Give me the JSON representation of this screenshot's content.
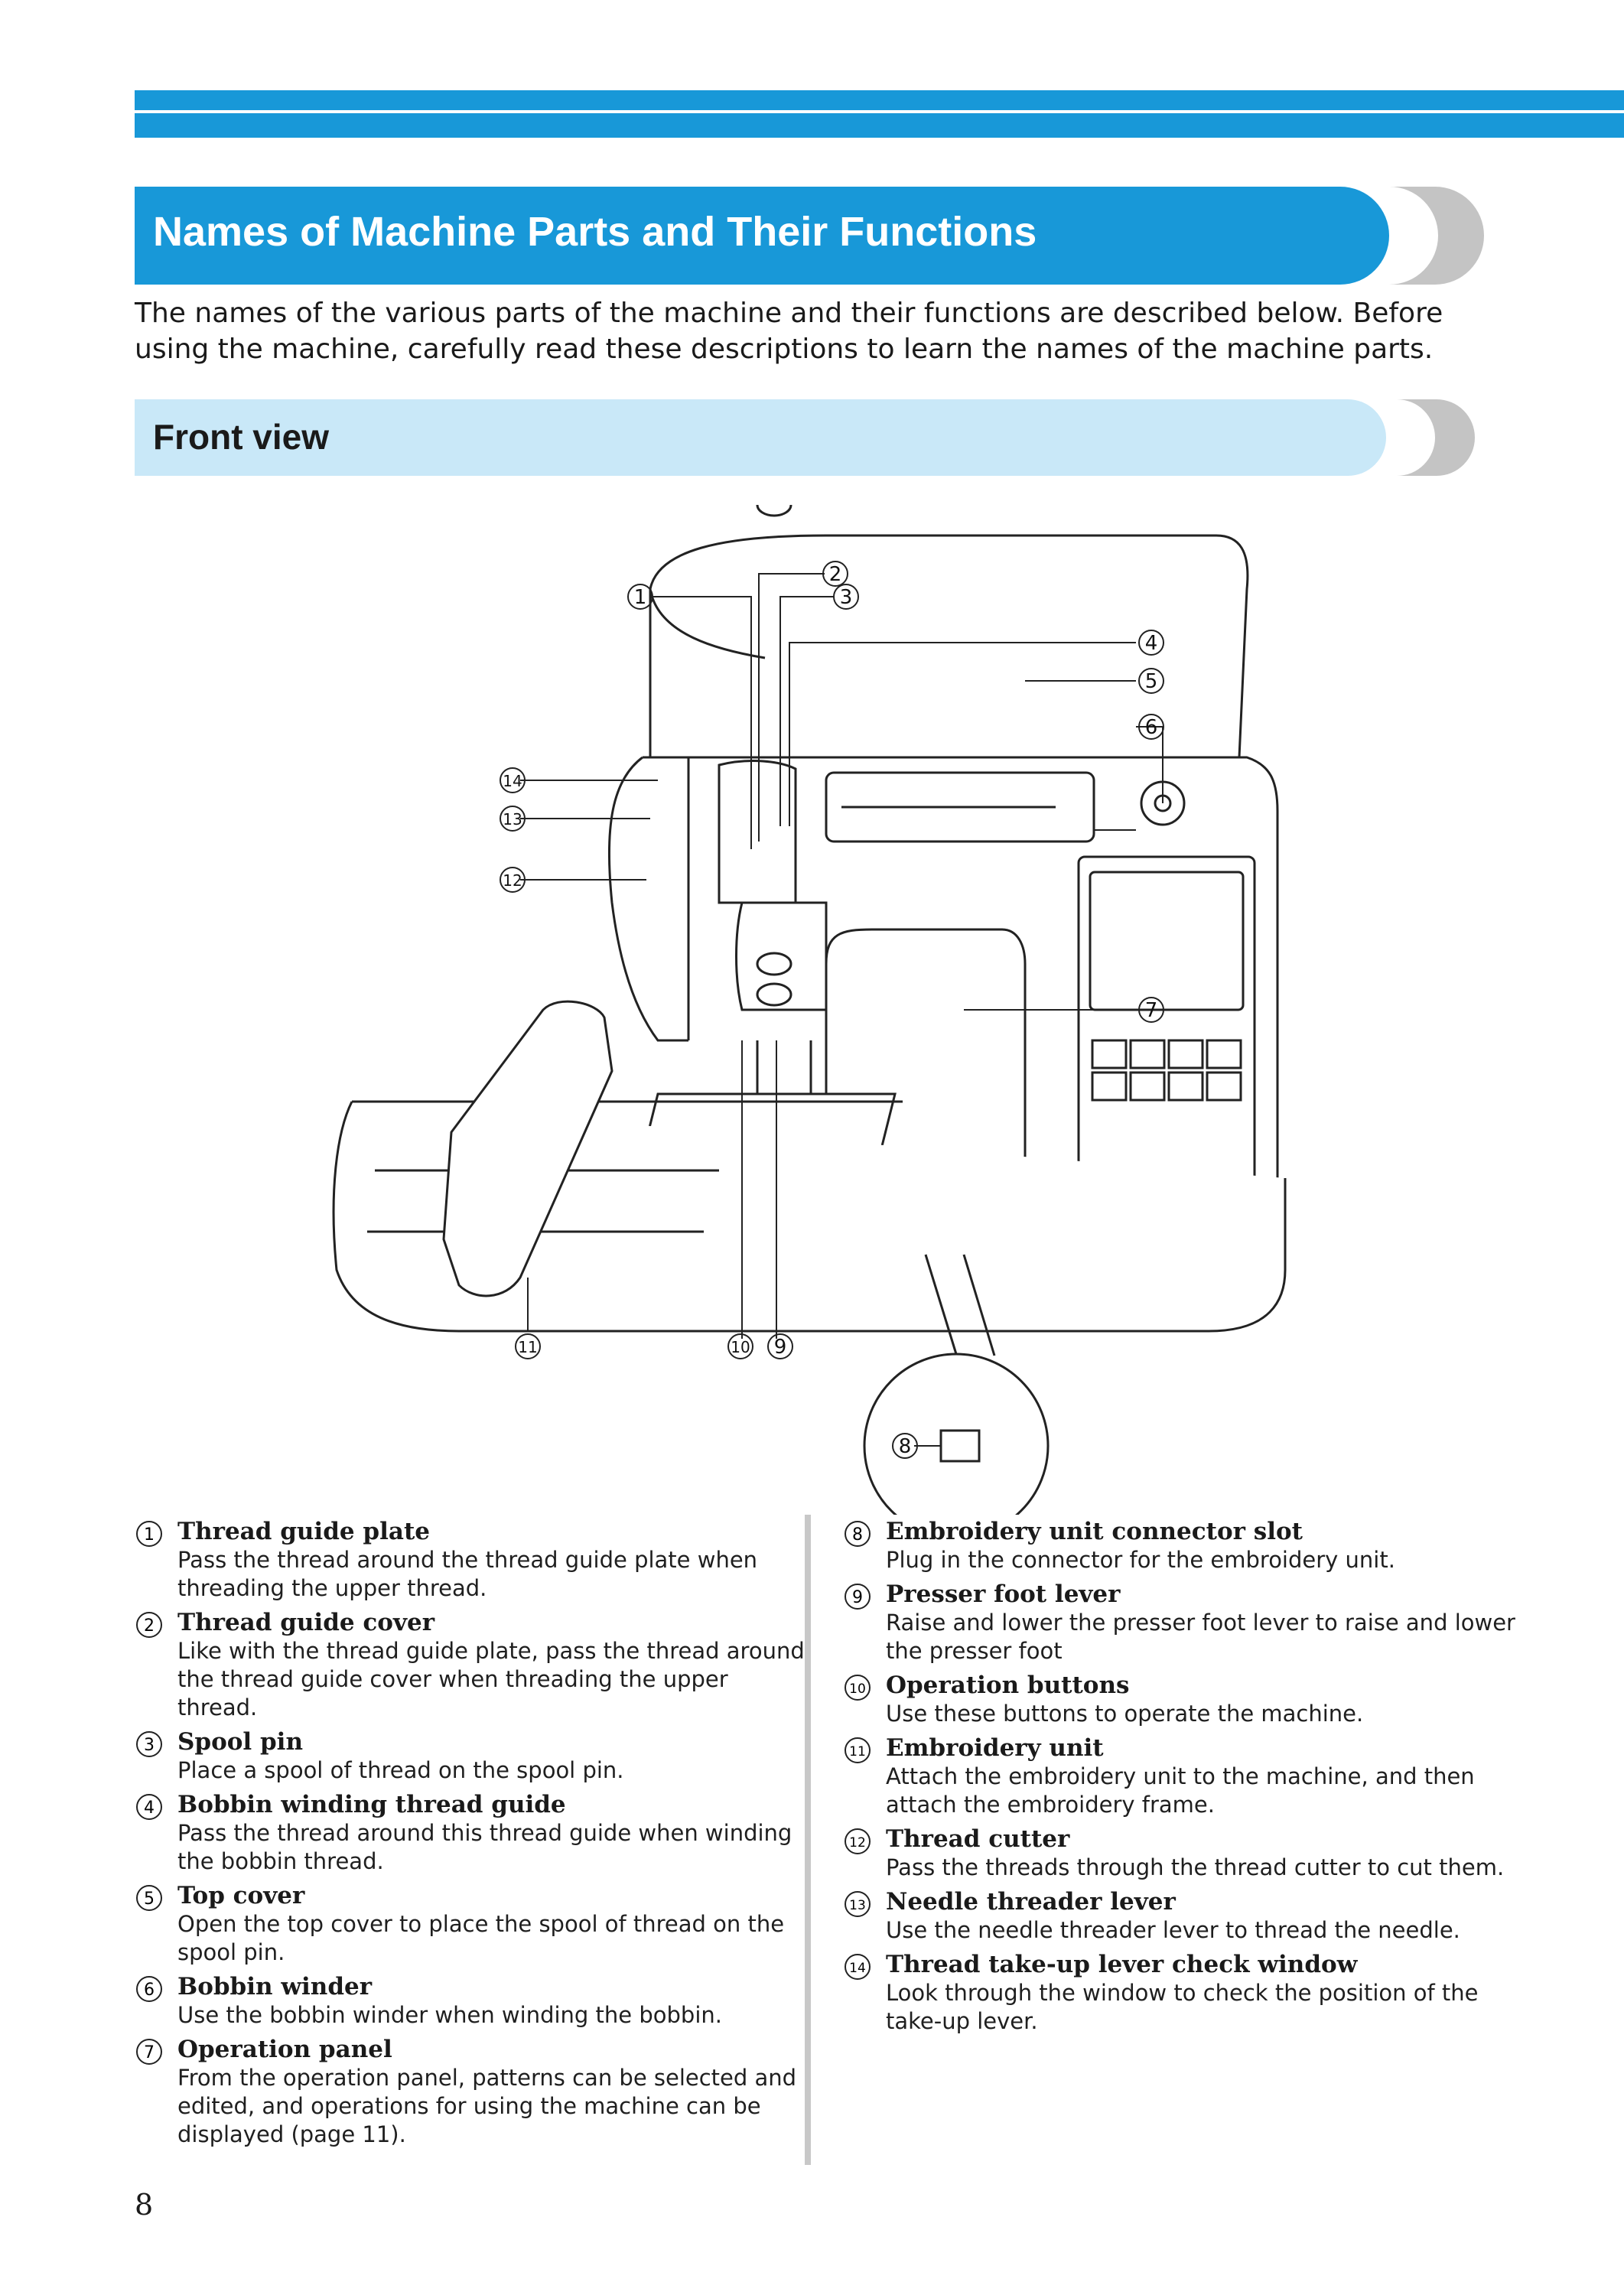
{
  "header": {
    "title": "Names of Machine Parts and Their Functions"
  },
  "intro": "The names of the various parts of the machine and their functions are described below. Before using the machine, carefully read these descriptions to learn the names of the machine parts.",
  "section": {
    "title": "Front view"
  },
  "parts": [
    {
      "num": "1",
      "title": "Thread guide plate",
      "desc": "Pass the thread around the thread guide plate when threading the upper thread."
    },
    {
      "num": "2",
      "title": "Thread guide cover",
      "desc": "Like with the thread guide plate, pass the thread around the thread guide cover when threading the upper thread."
    },
    {
      "num": "3",
      "title": "Spool pin",
      "desc": "Place a spool of thread on the spool pin."
    },
    {
      "num": "4",
      "title": "Bobbin winding thread guide",
      "desc": "Pass the thread around this thread guide when winding the bobbin thread."
    },
    {
      "num": "5",
      "title": "Top cover",
      "desc": "Open the top cover to place the spool of thread on the spool pin."
    },
    {
      "num": "6",
      "title": "Bobbin winder",
      "desc": "Use the bobbin winder when winding the bobbin."
    },
    {
      "num": "7",
      "title": "Operation panel",
      "desc": "From the operation panel, patterns can be selected and edited, and operations for using the machine can be displayed (page 11)."
    },
    {
      "num": "8",
      "title": "Embroidery unit connector slot",
      "desc": "Plug in the connector for the embroidery unit."
    },
    {
      "num": "9",
      "title": "Presser foot lever",
      "desc": "Raise and lower the presser foot lever to raise and lower the presser foot"
    },
    {
      "num": "10",
      "title": "Operation buttons",
      "desc": "Use these buttons to operate the machine."
    },
    {
      "num": "11",
      "title": "Embroidery unit",
      "desc": "Attach the embroidery unit to the machine, and then attach the embroidery frame."
    },
    {
      "num": "12",
      "title": "Thread cutter",
      "desc": "Pass the threads through the thread cutter to cut them."
    },
    {
      "num": "13",
      "title": "Needle threader lever",
      "desc": "Use the needle threader lever to thread the needle."
    },
    {
      "num": "14",
      "title": "Thread take-up lever check window",
      "desc": "Look through the window to check the position of the take-up lever."
    }
  ],
  "page_number": "8",
  "colors": {
    "accent": "#1898d8",
    "accent_light": "#c9e8f8",
    "chevron": "#c4c4c4"
  }
}
